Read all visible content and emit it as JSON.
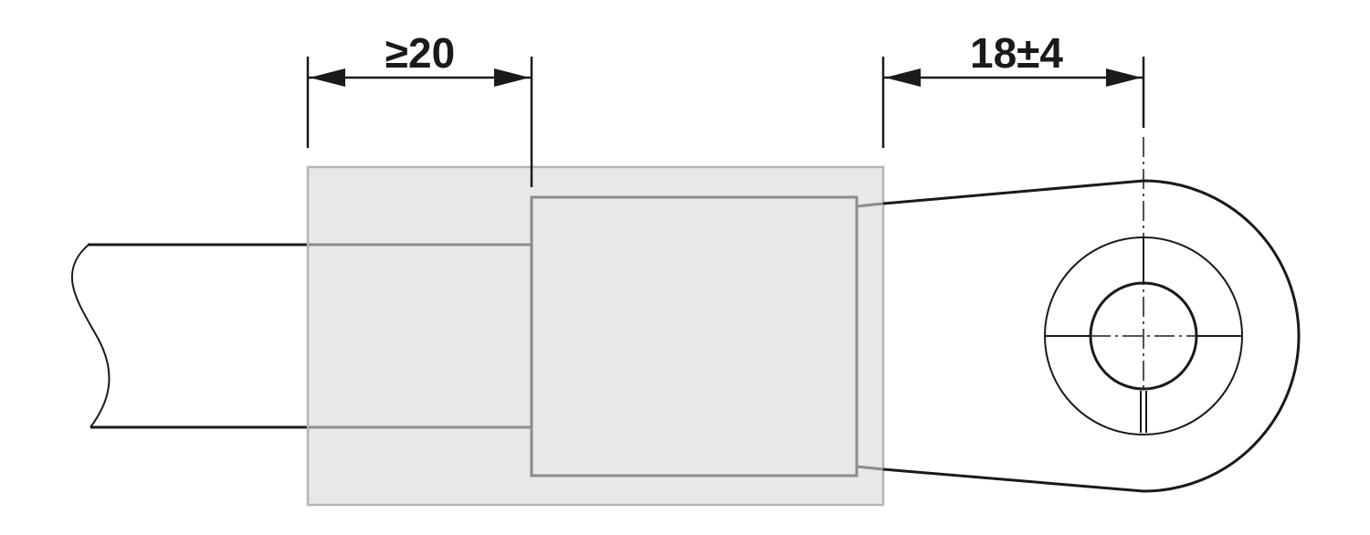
{
  "diagram": {
    "dimensions": [
      {
        "id": "strip-length",
        "label": "≥20"
      },
      {
        "id": "lug-offset",
        "label": "18±4"
      }
    ],
    "colors": {
      "line": "#1a1a1a",
      "sleeve_fill": "#e8e8ea",
      "sleeve_outline": "#8c8c8c"
    }
  }
}
